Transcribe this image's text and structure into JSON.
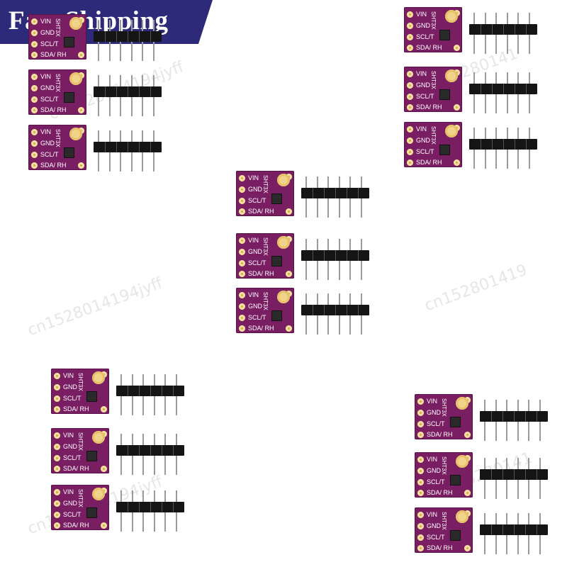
{
  "banner": {
    "text": "Fast Shipping",
    "background": "#2d2a7a"
  },
  "watermark": {
    "text": "cn1528014194jyff",
    "partial_right": "cn152801419",
    "partial_short": "cn15280141"
  },
  "module": {
    "pins": [
      "VIN",
      "GND",
      "SCL/T",
      "SDA/ RH"
    ],
    "chip_label": "SHT3X",
    "board_color": "#7a1e63"
  }
}
